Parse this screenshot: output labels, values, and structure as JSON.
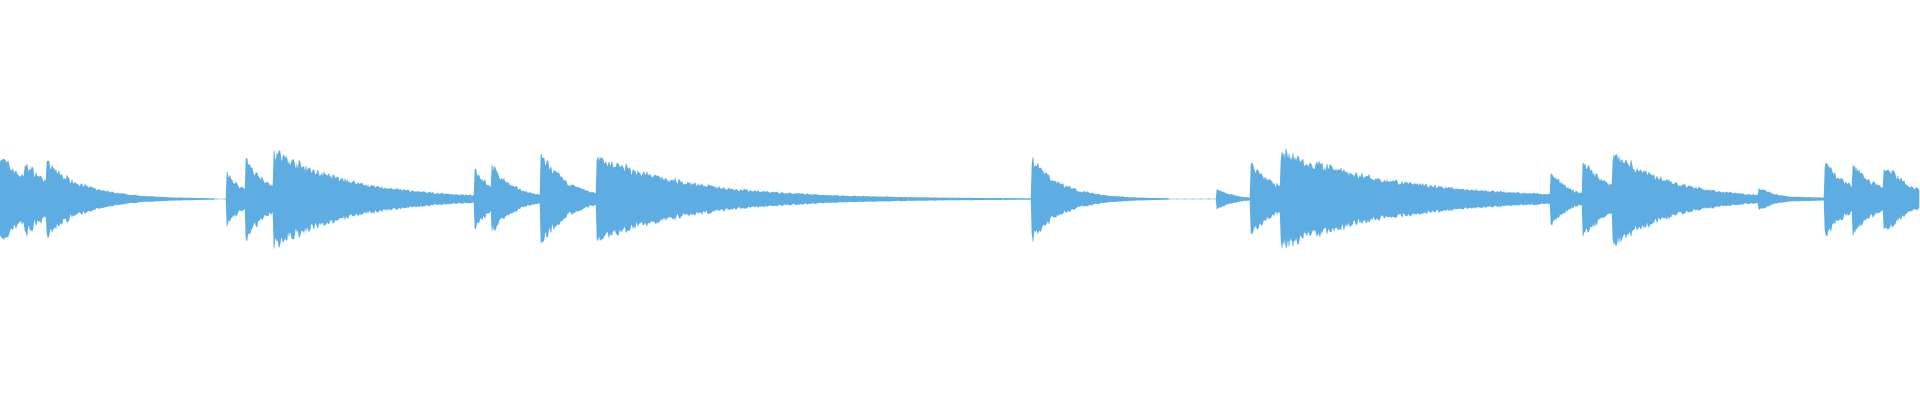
{
  "waveform": {
    "color": "#5DADE2",
    "background": "#ffffff",
    "baseline_amplitude": 0.005,
    "onsets": [
      {
        "t": 0.0,
        "a": 0.48,
        "d": 0.018
      },
      {
        "t": 0.013,
        "a": 0.4,
        "d": 0.016
      },
      {
        "t": 0.024,
        "a": 0.4,
        "d": 0.02
      },
      {
        "t": 0.118,
        "a": 0.28,
        "d": 0.01
      },
      {
        "t": 0.128,
        "a": 0.42,
        "d": 0.014
      },
      {
        "t": 0.1425,
        "a": 0.52,
        "d": 0.04
      },
      {
        "t": 0.247,
        "a": 0.34,
        "d": 0.01
      },
      {
        "t": 0.256,
        "a": 0.36,
        "d": 0.012
      },
      {
        "t": 0.2815,
        "a": 0.5,
        "d": 0.014
      },
      {
        "t": 0.3105,
        "a": 0.46,
        "d": 0.05
      },
      {
        "t": 0.5375,
        "a": 0.43,
        "d": 0.016
      },
      {
        "t": 0.6335,
        "a": 0.12,
        "d": 0.008
      },
      {
        "t": 0.6515,
        "a": 0.4,
        "d": 0.014
      },
      {
        "t": 0.667,
        "a": 0.52,
        "d": 0.06
      },
      {
        "t": 0.8075,
        "a": 0.3,
        "d": 0.01
      },
      {
        "t": 0.824,
        "a": 0.44,
        "d": 0.014
      },
      {
        "t": 0.84,
        "a": 0.52,
        "d": 0.03
      },
      {
        "t": 0.916,
        "a": 0.12,
        "d": 0.01
      },
      {
        "t": 0.9505,
        "a": 0.4,
        "d": 0.014
      },
      {
        "t": 0.965,
        "a": 0.38,
        "d": 0.014
      },
      {
        "t": 0.981,
        "a": 0.4,
        "d": 0.014
      }
    ]
  }
}
